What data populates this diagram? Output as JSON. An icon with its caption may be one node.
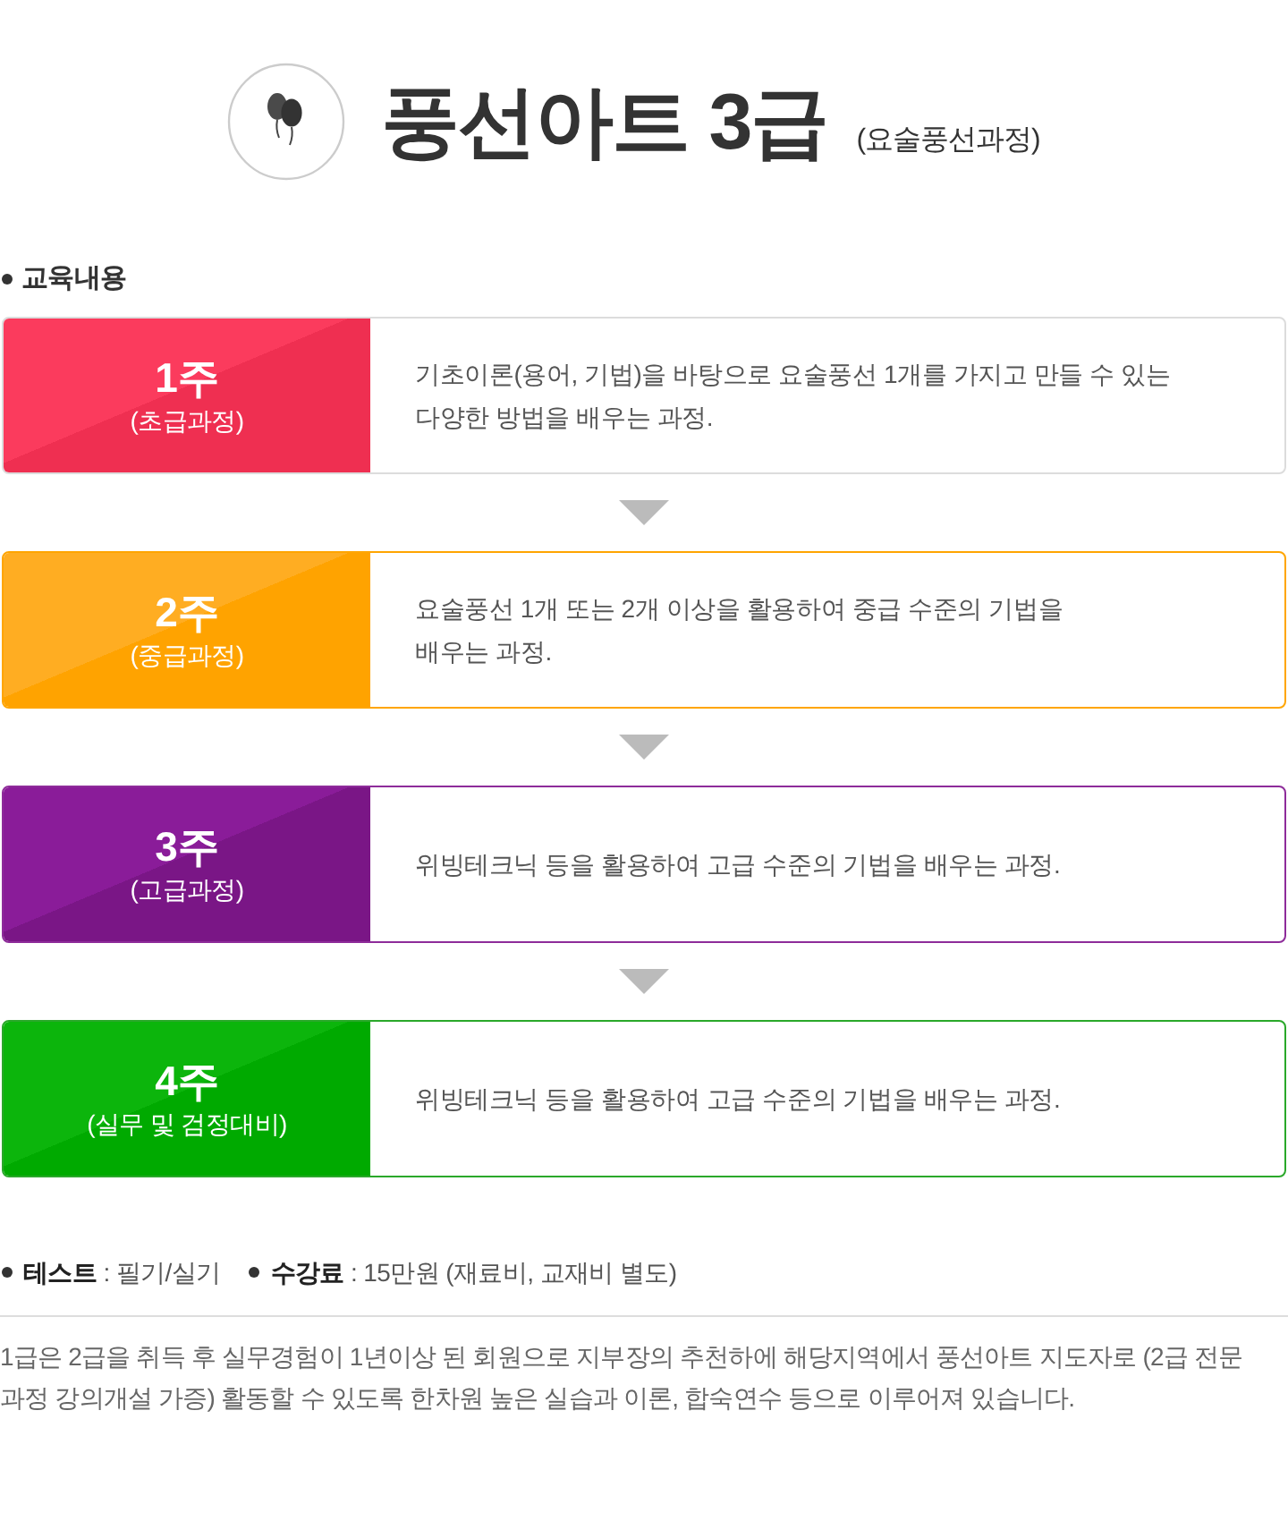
{
  "diagram": {
    "title": "풍선아트 3급",
    "nodes": [
      {
        "text": [
          "1주",
          "(초급과정)",
          "기초이론(용어, 기법)을 바탕으로 요술풍선 1개를 가지고 만들 수 있는 다양한 방법을 배우는 과정."
        ]
      },
      {
        "text": [
          "2주",
          "(중급과정)",
          "요술풍선 1개 또는 2개 이상을 활용하여 중급 수준의 기법을 배우는 과정."
        ]
      },
      {
        "text": [
          "3주",
          "(고급과정)",
          "위빙테크닉 등을 활용하여 고급 수준의 기법을 배우는 과정."
        ]
      },
      {
        "text": [
          "4주",
          "(실무 및 검정대비)",
          "위빙테크닉 등을 활용하여 고급 수준의 기법을 배우는 과정."
        ]
      }
    ],
    "edges": [
      {
        "from": 0,
        "to": 1,
        "arrow": "to"
      },
      {
        "from": 1,
        "to": 2,
        "arrow": "to"
      },
      {
        "from": 2,
        "to": 3,
        "arrow": "to"
      }
    ],
    "labels": [
      "(요술풍선과정)",
      "교육내용",
      "**테스트** : 필기/실기",
      "**수강료** : 15만원 (재료비, 교재비 별도)",
      "1급은 2급을 취득 후 실무경험이 1년이상 된 회원으로 지부장의 추천하에 해당지역에서 풍선아트 지도자로 (2급 전문 과정 강의개설 가증) 활동할 수 있도록 한차원 높은 실습과 이론, 합숙연수 등으로 이루어져 있습니다."
    ]
  }
}
